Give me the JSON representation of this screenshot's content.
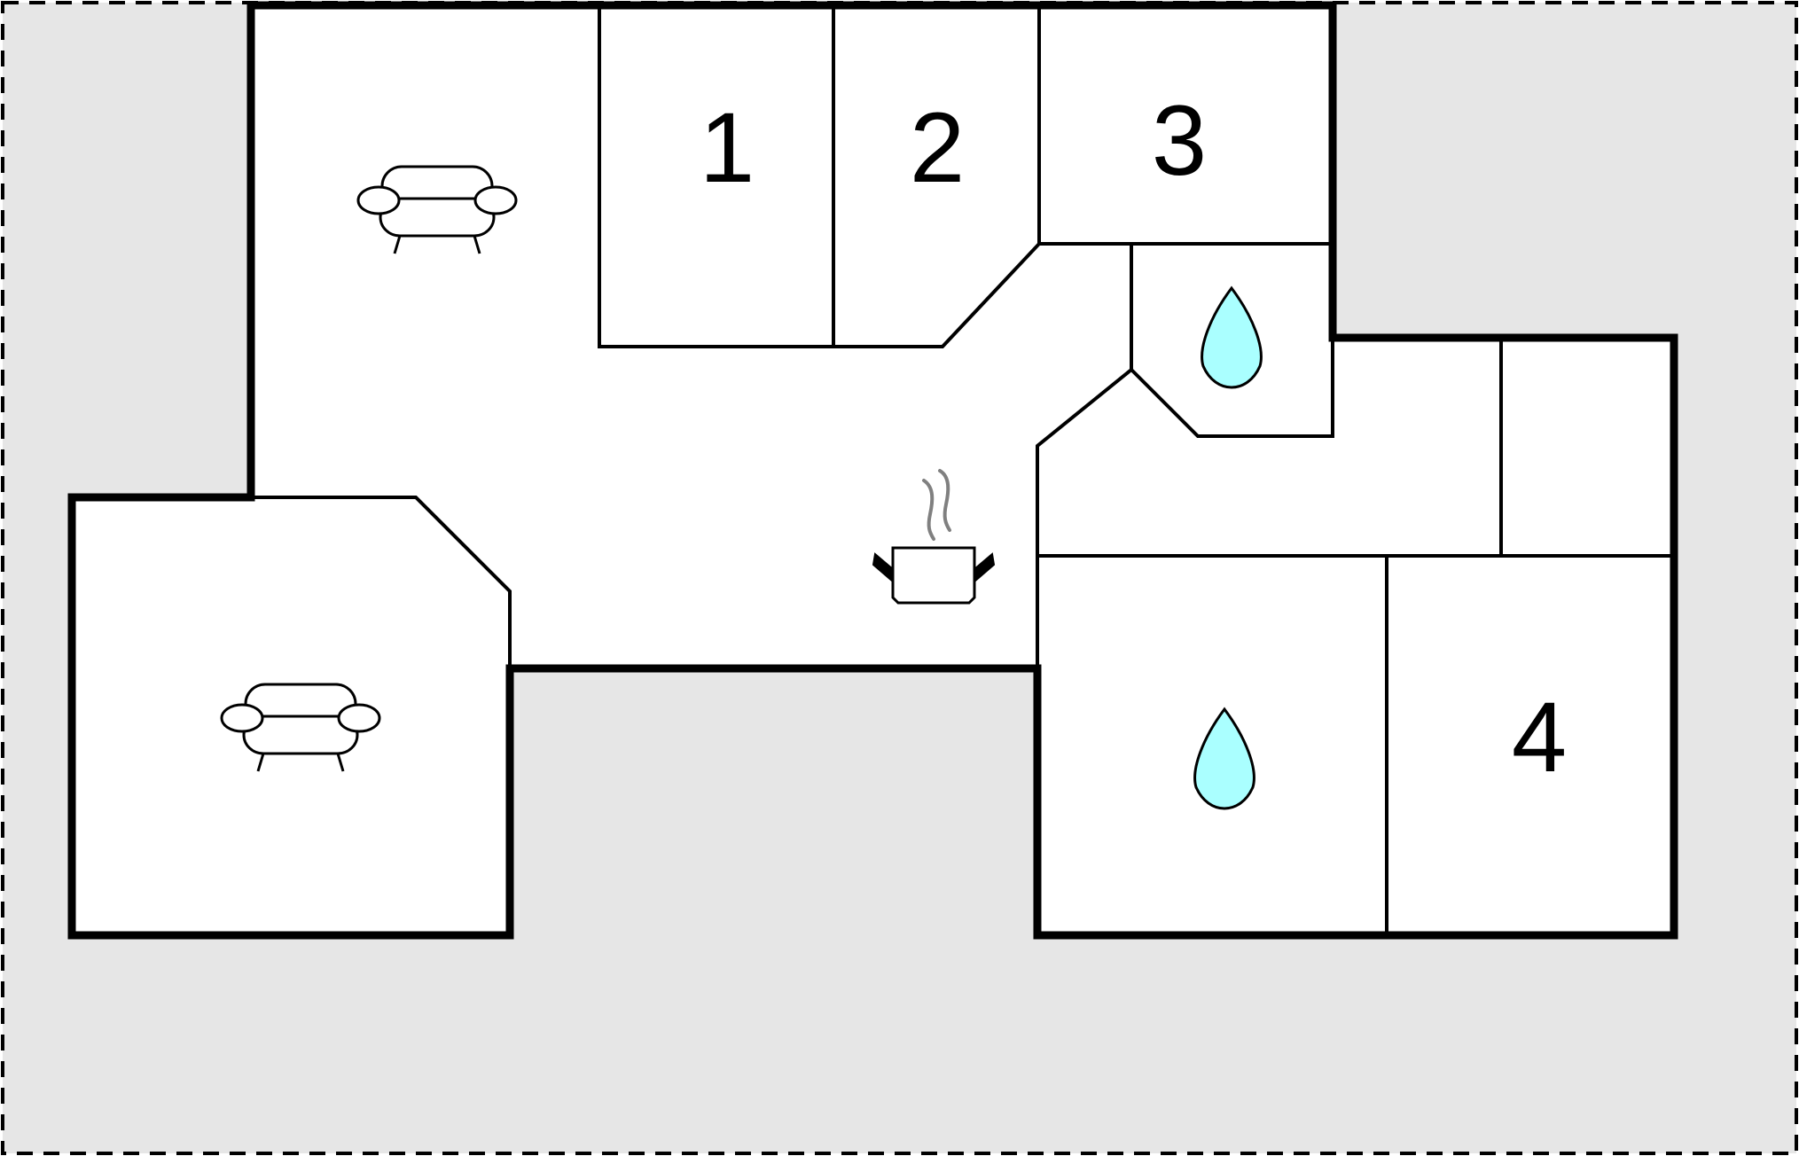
{
  "floorplan": {
    "colors": {
      "surroundings": "#e6e6e6",
      "interior": "#ffffff",
      "walls": "#000000",
      "water": "#aaffff",
      "steam": "#808080",
      "border_dash": "#000000"
    },
    "rooms": {
      "bedroom_1": {
        "label": "1"
      },
      "bedroom_2": {
        "label": "2"
      },
      "bedroom_3": {
        "label": "3"
      },
      "bedroom_4": {
        "label": "4"
      }
    },
    "icons": {
      "living_upper": "sofa-icon",
      "living_lower": "sofa-icon",
      "kitchen": "cooking-pot-icon",
      "bathroom_upper": "water-drop-icon",
      "bathroom_lower": "water-drop-icon"
    }
  }
}
